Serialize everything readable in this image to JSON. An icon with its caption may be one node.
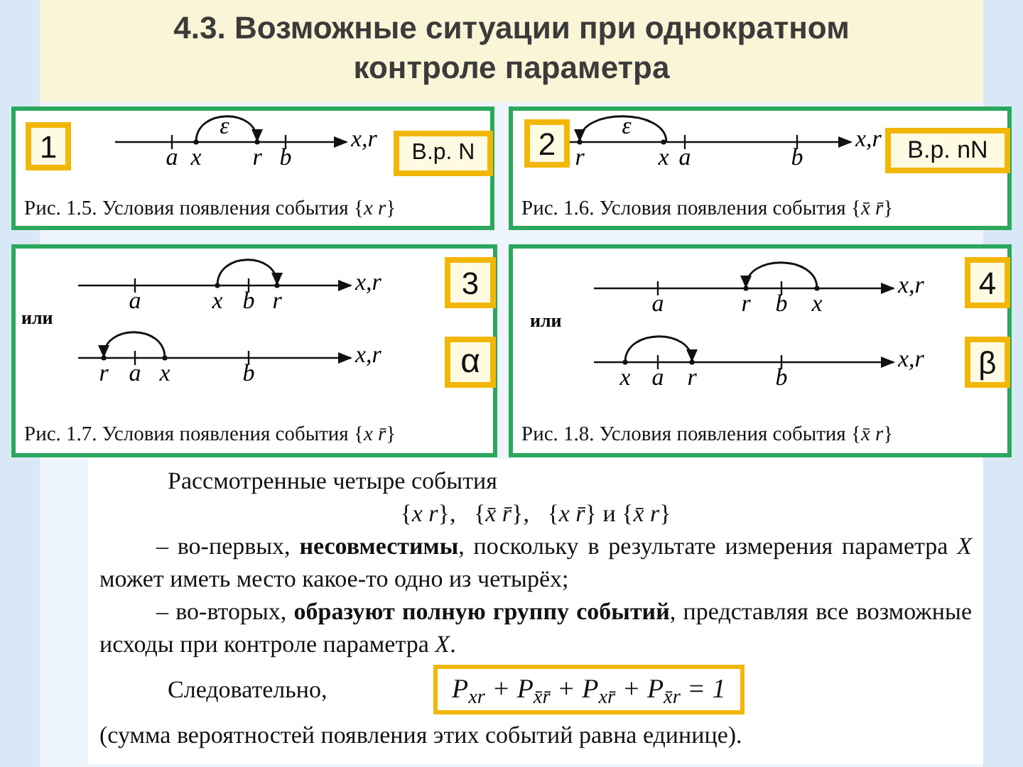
{
  "diagram": {
    "title": "4.3. Возможные ситуации при однократном контроле параметра",
    "nodes": [
      {
        "text": [
          "Рис. 1.5. Условия появления события {*x r*}"
        ]
      },
      {
        "text": [
          "1"
        ],
        "in": 0
      },
      {
        "text": [
          "В.р. N"
        ],
        "in": 0
      },
      {
        "text": [
          "Рис. 1.6. Условия появления события {*x̄ r̄*}"
        ]
      },
      {
        "text": [
          "2"
        ],
        "in": 3
      },
      {
        "text": [
          "В.р. nN"
        ],
        "in": 3
      },
      {
        "text": [
          "Рис. 1.7. Условия появления события {*x r̄*}"
        ]
      },
      {
        "text": [
          "3"
        ],
        "in": 6
      },
      {
        "text": [
          "α"
        ],
        "in": 6
      },
      {
        "text": [
          "Рис. 1.8. Условия появления события {*x̄ r*}"
        ]
      },
      {
        "text": [
          "4"
        ],
        "in": 9
      },
      {
        "text": [
          "β"
        ],
        "in": 9
      },
      {
        "text": [
          "*P*$_{xr}$ + *P*$_{x̄r̄}$ + *P*$_{xr̄}$ + *P*$_{x̄r}$ = 1"
        ]
      }
    ],
    "labels": [
      "ε",
      "a",
      "x",
      "r",
      "b",
      "x,r",
      "ε",
      "r",
      "x",
      "a",
      "b",
      "x,r",
      "a",
      "x",
      "b",
      "r",
      "x,r",
      "или",
      "r",
      "a",
      "x",
      "b",
      "x,r",
      "a",
      "r",
      "b",
      "x",
      "x,r",
      "или",
      "x",
      "a",
      "r",
      "b",
      "x,r",
      "Рассмотренные четыре события",
      "{*x r*},   {*x̄ r̄*},   {*x r̄*} и {*x̄ r*}",
      "– во-первых, **несовместимы**, поскольку в результате измерения параметра *X* может иметь место какое-то одно из четырёх;",
      "– во-вторых, **образуют полную группу событий**, представляя все возможные исходы при контроле параметра *X*.",
      "Следовательно,",
      "(сумма вероятностей появления этих событий равна единице)."
    ]
  }
}
